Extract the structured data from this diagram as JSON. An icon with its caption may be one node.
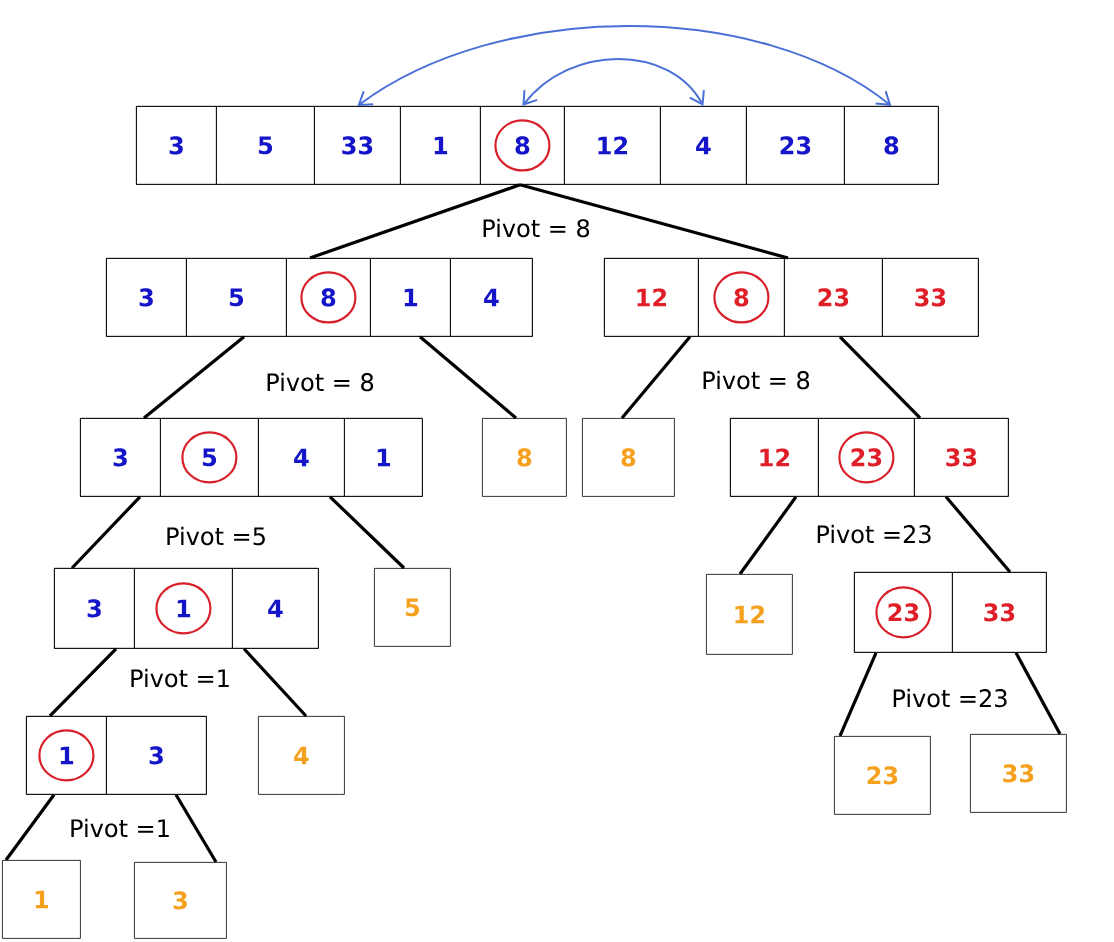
{
  "diagram": {
    "nodes": [
      {
        "text": [],
        "shape": "box"
      },
      {
        "text": [
          "3"
        ],
        "in": 0
      },
      {
        "text": [
          "5"
        ],
        "in": 0
      },
      {
        "text": [
          "33"
        ],
        "in": 0
      },
      {
        "text": [
          "1"
        ],
        "in": 0
      },
      {
        "text": [],
        "shape": "box",
        "in": 0
      },
      {
        "text": [
          "8"
        ],
        "in": 5
      },
      {
        "text": [
          "12"
        ],
        "in": 0
      },
      {
        "text": [
          "4"
        ],
        "in": 0
      },
      {
        "text": [
          "23"
        ],
        "in": 0
      },
      {
        "text": [
          "8"
        ],
        "in": 0
      },
      {
        "text": [],
        "shape": "box"
      },
      {
        "text": [
          "3"
        ],
        "in": 11
      },
      {
        "text": [
          "5"
        ],
        "in": 11
      },
      {
        "text": [],
        "shape": "box",
        "in": 11
      },
      {
        "text": [
          "8"
        ],
        "in": 14
      },
      {
        "text": [
          "1"
        ],
        "in": 11
      },
      {
        "text": [
          "4"
        ],
        "in": 11
      },
      {
        "text": [],
        "shape": "box"
      },
      {
        "text": [
          "12"
        ],
        "in": 18
      },
      {
        "text": [],
        "shape": "box",
        "in": 18
      },
      {
        "text": [
          "8"
        ],
        "in": 20
      },
      {
        "text": [
          "23"
        ],
        "in": 18
      },
      {
        "text": [
          "33"
        ],
        "in": 18
      },
      {
        "text": [],
        "shape": "box"
      },
      {
        "text": [
          "3"
        ],
        "in": 24
      },
      {
        "text": [],
        "shape": "box",
        "in": 24
      },
      {
        "text": [
          "5"
        ],
        "in": 26
      },
      {
        "text": [
          "4"
        ],
        "in": 24
      },
      {
        "text": [
          "1"
        ],
        "in": 24
      },
      {
        "text": [
          "8"
        ]
      },
      {
        "text": [
          "8"
        ]
      },
      {
        "text": [],
        "shape": "box"
      },
      {
        "text": [
          "12"
        ],
        "in": 32
      },
      {
        "text": [],
        "shape": "box",
        "in": 32
      },
      {
        "text": [
          "23"
        ],
        "in": 34
      },
      {
        "text": [
          "33"
        ],
        "in": 32
      },
      {
        "text": [],
        "shape": "box"
      },
      {
        "text": [
          "3"
        ],
        "in": 37
      },
      {
        "text": [],
        "shape": "box",
        "in": 37
      },
      {
        "text": [
          "1"
        ],
        "in": 39
      },
      {
        "text": [
          "4"
        ],
        "in": 37
      },
      {
        "text": [
          "5"
        ]
      },
      {
        "text": [
          "12"
        ]
      },
      {
        "text": [],
        "shape": "box"
      },
      {
        "text": [],
        "shape": "box",
        "in": 44
      },
      {
        "text": [
          "23"
        ],
        "in": 45
      },
      {
        "text": [
          "33"
        ],
        "in": 44
      },
      {
        "text": [],
        "shape": "box"
      },
      {
        "text": [],
        "shape": "box",
        "in": 48
      },
      {
        "text": [
          "1"
        ],
        "in": 49
      },
      {
        "text": [
          "3"
        ],
        "in": 48
      },
      {
        "text": [
          "4"
        ]
      },
      {
        "text": [
          "23"
        ]
      },
      {
        "text": [
          "33"
        ]
      },
      {
        "text": [
          "1"
        ]
      },
      {
        "text": [
          "3"
        ]
      }
    ],
    "edges": [
      {
        "from": 3,
        "to": 10,
        "arrow": "both",
        "color": "#4a70d8"
      },
      {
        "from": 5,
        "to": 8,
        "arrow": "both",
        "color": "#4a70d8"
      },
      {
        "from": 0,
        "to": 11,
        "arrow": "none"
      },
      {
        "from": 0,
        "to": 18,
        "arrow": "none"
      },
      {
        "from": 11,
        "to": 24,
        "arrow": "none"
      },
      {
        "from": 11,
        "to": 30,
        "arrow": "none"
      },
      {
        "from": 18,
        "to": 31,
        "arrow": "none"
      },
      {
        "from": 18,
        "to": 32,
        "arrow": "none"
      },
      {
        "from": 24,
        "to": 37,
        "arrow": "none"
      },
      {
        "from": 24,
        "to": 42,
        "arrow": "none"
      },
      {
        "from": 32,
        "to": 43,
        "arrow": "none"
      },
      {
        "from": 32,
        "to": 44,
        "arrow": "none"
      },
      {
        "from": 37,
        "to": 48,
        "arrow": "none"
      },
      {
        "from": 37,
        "to": 52,
        "arrow": "none"
      },
      {
        "from": 44,
        "to": 53,
        "arrow": "none"
      },
      {
        "from": 44,
        "to": 54,
        "arrow": "none"
      },
      {
        "from": 48,
        "to": 55,
        "arrow": "none"
      },
      {
        "from": 48,
        "to": 56,
        "arrow": "none"
      }
    ],
    "labels": [
      "Pivot = 8",
      "Pivot = 8",
      "Pivot = 8",
      "Pivot =5",
      "Pivot =23",
      "Pivot =1",
      "Pivot =23",
      "Pivot =1"
    ]
  }
}
